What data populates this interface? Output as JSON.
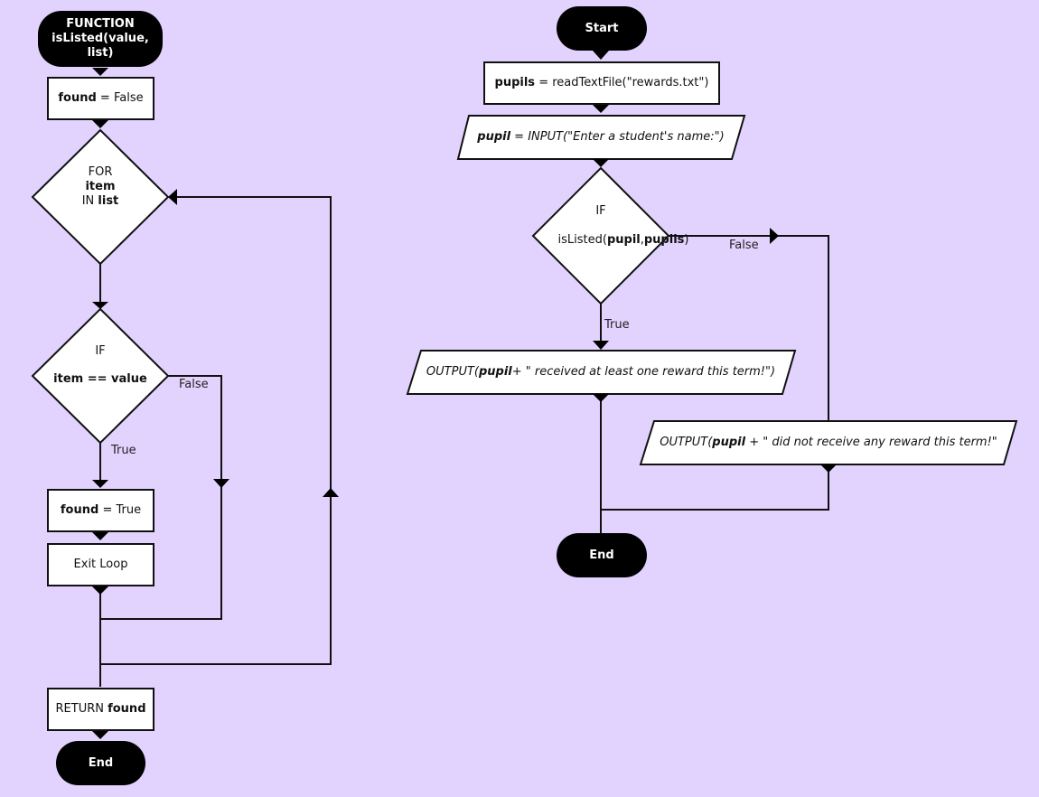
{
  "colors": {
    "background": "#e2d2fe",
    "shape_fill": "#ffffff",
    "terminal_fill": "#000000",
    "stroke": "#111111"
  },
  "left": {
    "func_line1": "FUNCTION",
    "func_line2": "isListed(value, list)",
    "found_init": {
      "var": "found",
      "rest": " = False"
    },
    "for_loop": {
      "kw1": "FOR",
      "var": "item",
      "kw2": "IN ",
      "list": "list"
    },
    "if_cond": {
      "kw": "IF",
      "cond": "item == value"
    },
    "label_false": "False",
    "label_true": "True",
    "found_true": {
      "var": "found",
      "rest": " = True"
    },
    "exit_loop": "Exit Loop",
    "return": {
      "kw": "RETURN ",
      "var": "found"
    },
    "end": "End"
  },
  "right": {
    "start": "Start",
    "read_file": {
      "var": "pupils",
      "rest": " = readTextFile(\"rewards.txt\")"
    },
    "input": {
      "var": "pupil",
      "rest": " = INPUT(\"Enter a student's name:\")"
    },
    "if": {
      "kw": "IF",
      "pre": "isListed(",
      "a": "pupil",
      "sep": ",",
      "b": "pupils",
      "post": ")"
    },
    "label_false": "False",
    "label_true": "True",
    "output_true": {
      "pre": "OUTPUT(",
      "var": "pupil",
      "rest": "+ \" received at least one reward this term!\")"
    },
    "output_false": {
      "pre": "OUTPUT(",
      "var": "pupil",
      "rest": " + \" did not receive any reward this term!\""
    },
    "end": "End"
  }
}
